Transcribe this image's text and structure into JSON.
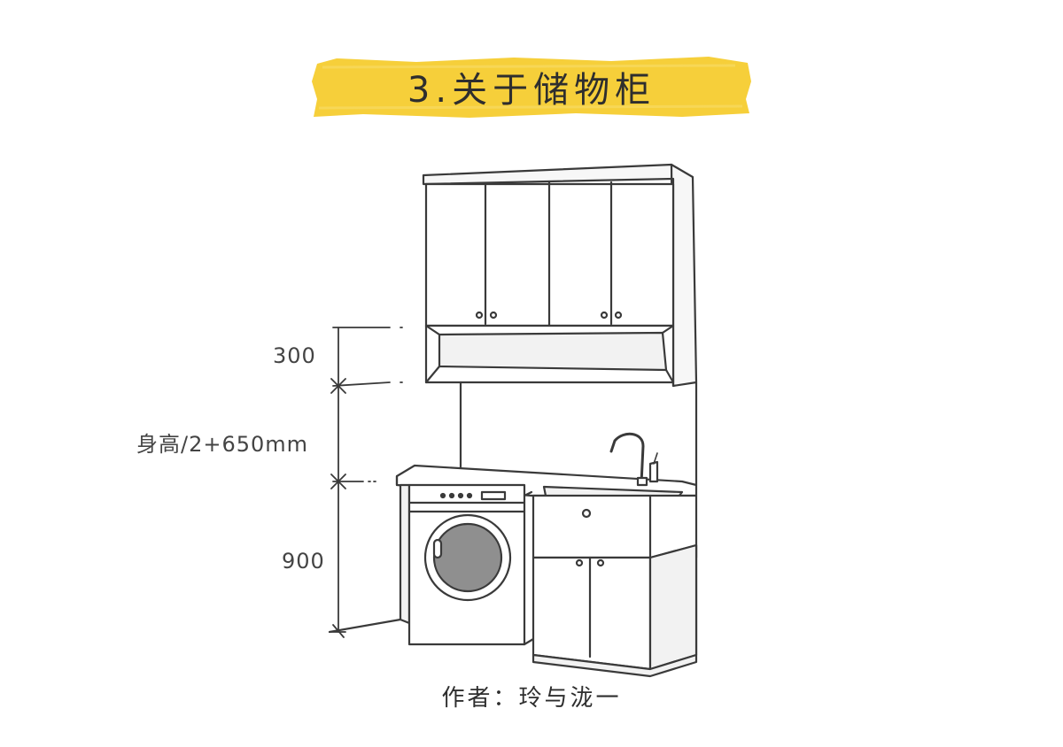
{
  "title": "3.关于储物柜",
  "dimensions": {
    "top": "300",
    "middle": "身高/2+650mm",
    "bottom": "900"
  },
  "author": "作者：玲与泷一",
  "colors": {
    "title_band": "#f6cf3a",
    "ink": "#3a3a3a",
    "panel": "#f2f2f2",
    "drum": "#8f8f8f"
  }
}
